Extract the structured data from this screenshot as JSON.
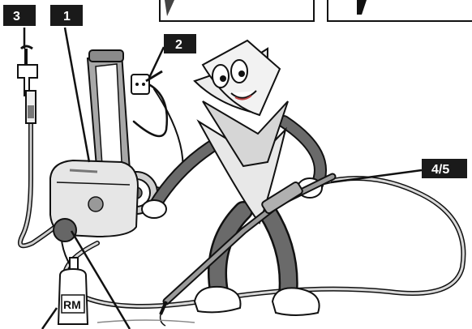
{
  "callouts": [
    {
      "id": "3",
      "text": "3"
    },
    {
      "id": "1",
      "text": "1"
    },
    {
      "id": "2",
      "text": "2"
    },
    {
      "id": "45",
      "text": "4/5"
    }
  ],
  "bottle_label": "RM",
  "colors": {
    "label_bg": "#1a1a1a",
    "label_text": "#ffffff",
    "outline": "#111111",
    "machine_gray": "#9a9a9a",
    "body_light": "#d8d8d8",
    "legs_dark": "#5a5a5a"
  },
  "icons": [
    "water-tap-icon",
    "wall-socket-icon"
  ]
}
